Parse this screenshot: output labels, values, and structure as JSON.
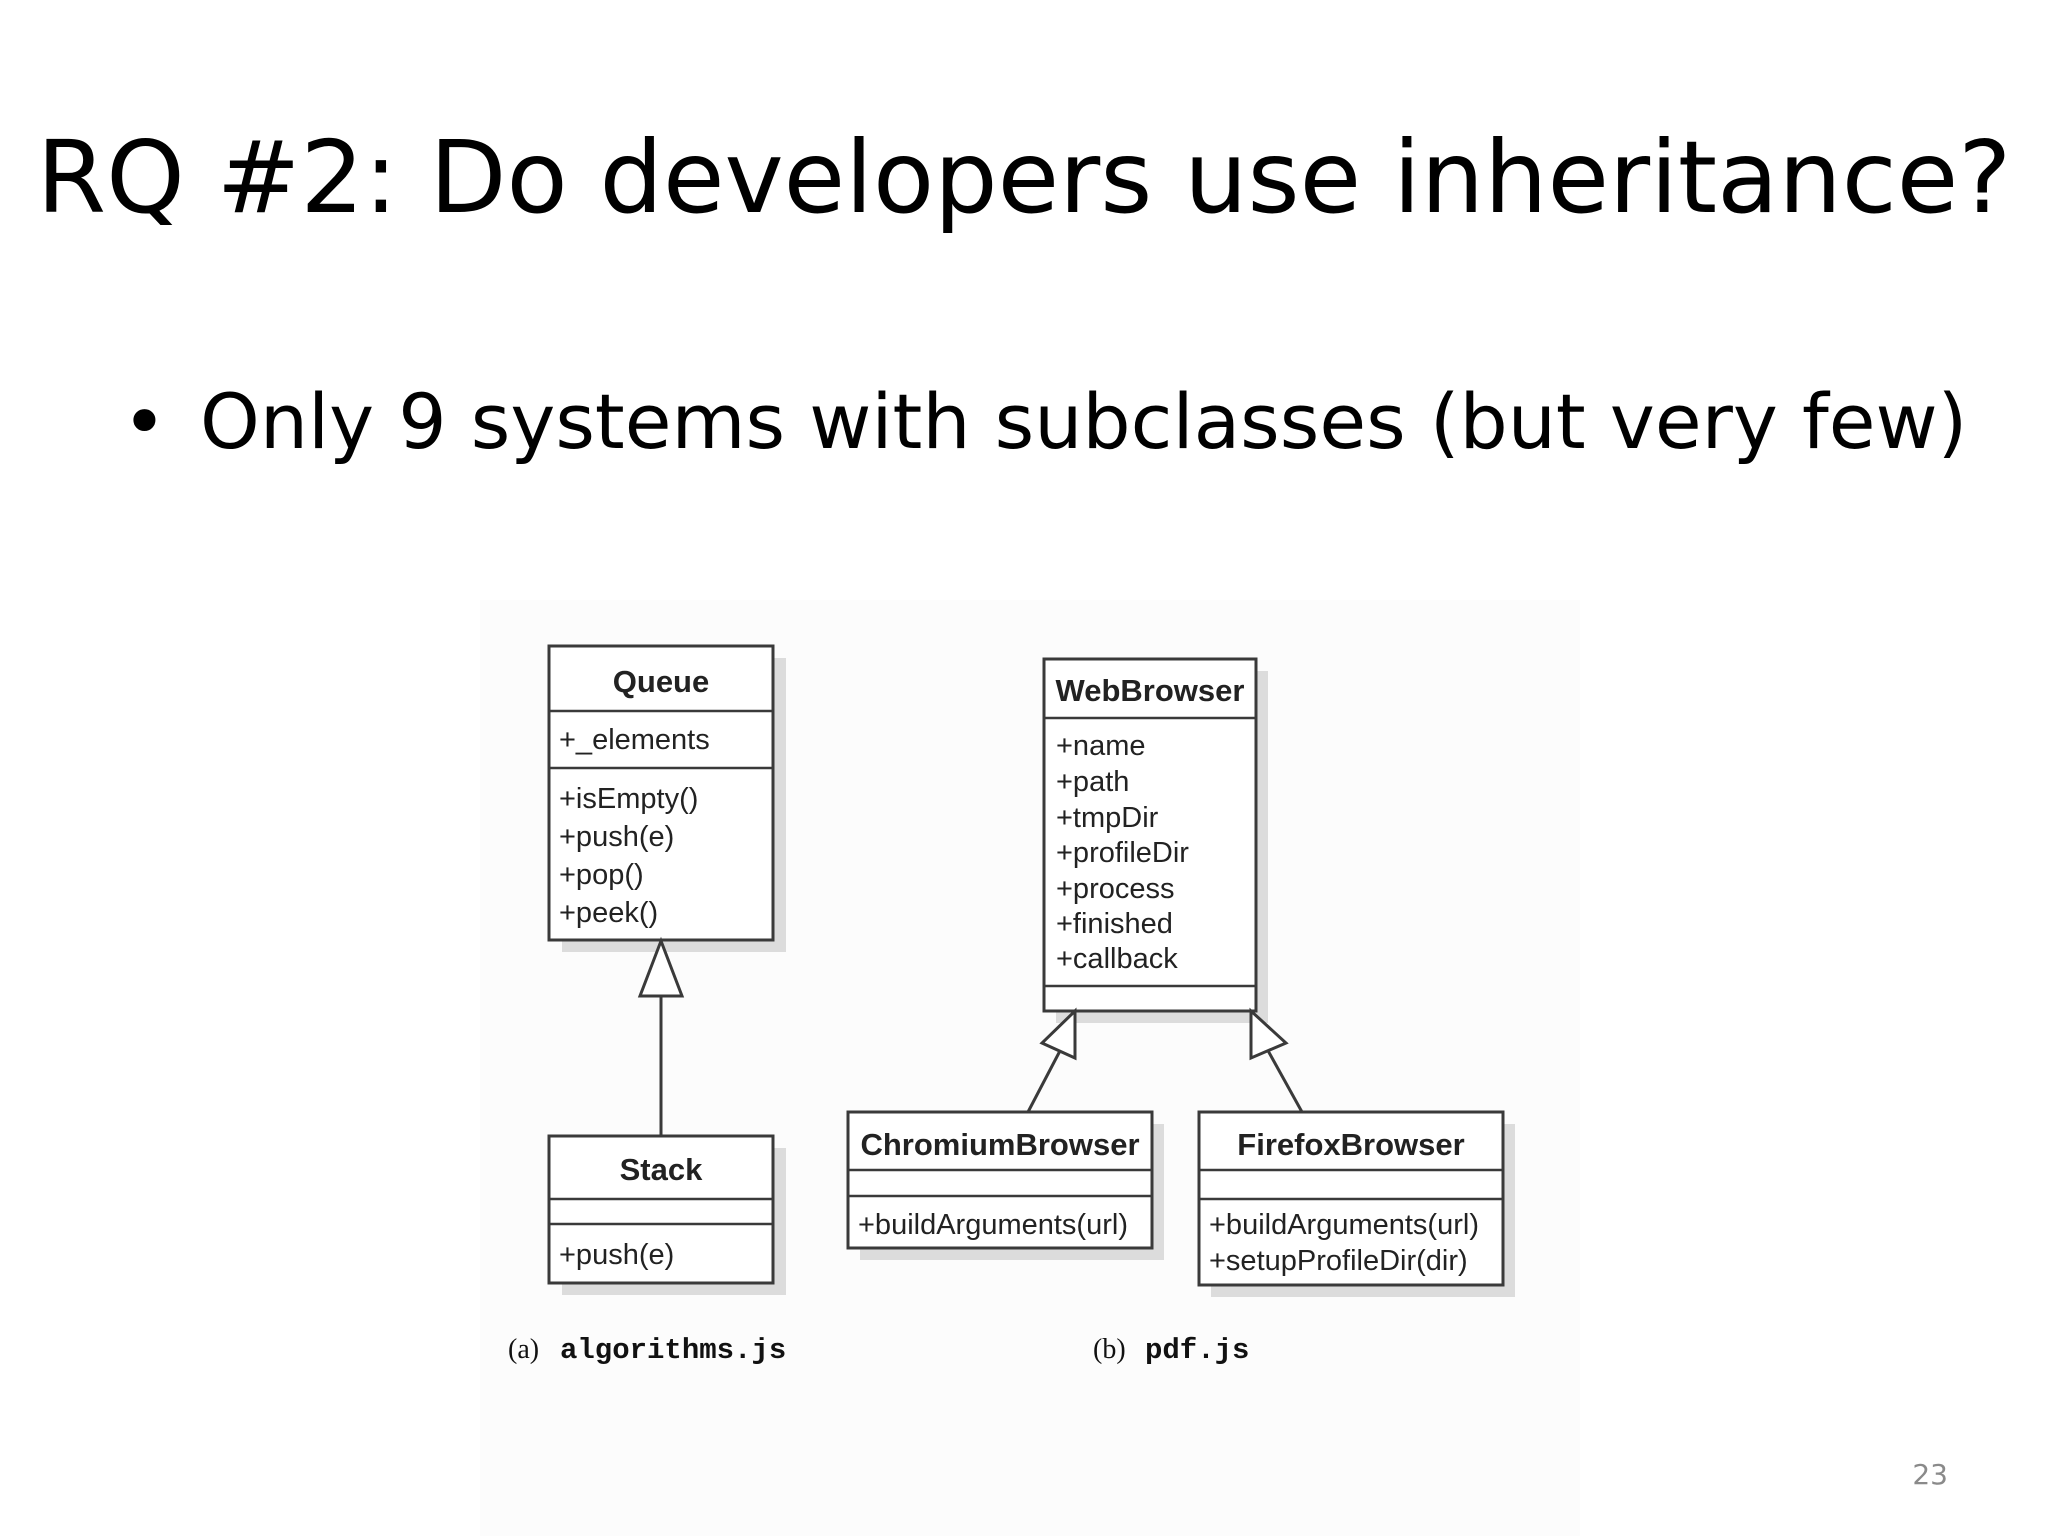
{
  "slide": {
    "title": "RQ #2: Do developers use inheritance?",
    "bullet": "Only 9 systems with subclasses (but very few)",
    "bullet_marker": "•",
    "page_number": "23"
  },
  "diagram": {
    "queue": {
      "name": "Queue",
      "attributes": [
        "+_elements"
      ],
      "methods": [
        "+isEmpty()",
        "+push(e)",
        "+pop()",
        "+peek()"
      ]
    },
    "stack": {
      "name": "Stack",
      "attributes": [],
      "methods": [
        "+push(e)"
      ]
    },
    "webbrowser": {
      "name": "WebBrowser",
      "attributes": [
        "+name",
        "+path",
        "+tmpDir",
        "+profileDir",
        "+process",
        "+finished",
        "+callback"
      ],
      "methods": []
    },
    "chromium": {
      "name": "ChromiumBrowser",
      "attributes": [],
      "methods": [
        "+buildArguments(url)"
      ]
    },
    "firefox": {
      "name": "FirefoxBrowser",
      "attributes": [],
      "methods": [
        "+buildArguments(url)",
        "+setupProfileDir(dir)"
      ]
    },
    "captions": {
      "a_label": "(a)",
      "a_file": "algorithms.js",
      "b_label": "(b)",
      "b_file": "pdf.js"
    }
  },
  "colors": {
    "box_border": "#3a3a3a",
    "box_shadow": "#d9d9d9",
    "text": "#222222"
  }
}
